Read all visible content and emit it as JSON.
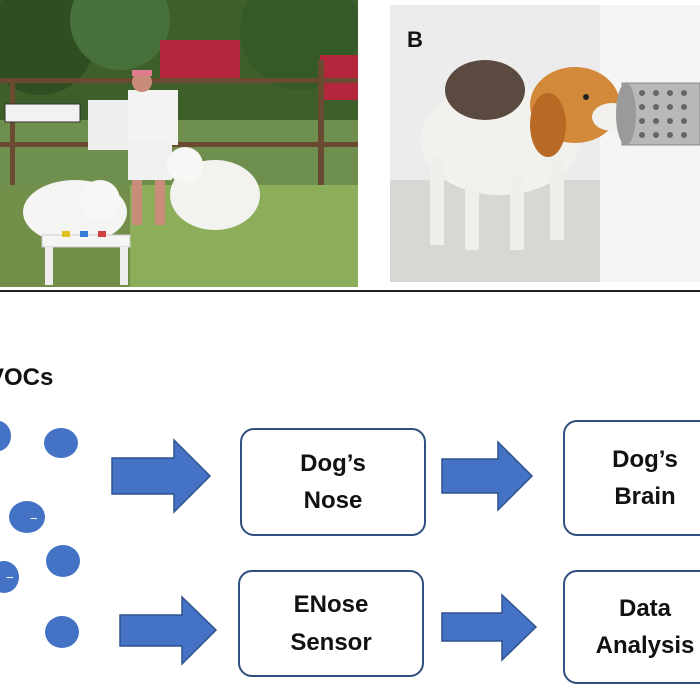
{
  "panels": {
    "a_caption_label": "",
    "b_letter": "B"
  },
  "diagram": {
    "vocs_label": "VOCs",
    "boxes": {
      "dogs_nose": "Dog’s\nNose",
      "dogs_brain": "Dog’s\nBrain",
      "enose_sensor": "ENose\nSensor",
      "data_analysis": "Data\nAnalysis"
    },
    "molecule_marks": [
      "−",
      "−"
    ]
  },
  "colors": {
    "arrow_fill": "#4472c4",
    "arrow_stroke": "#2f528f",
    "box_border": "#2f4f7f",
    "molecule_fill": "#4472c4"
  }
}
